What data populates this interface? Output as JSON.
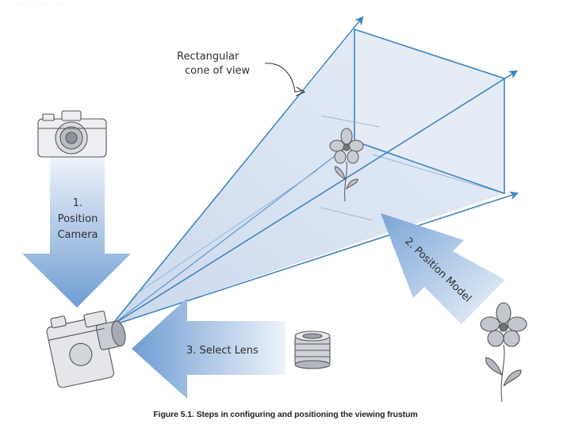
{
  "header": {
    "fragment": "·  ·   ·  ·  ·  ·   ·  ·  ·   ·  ·"
  },
  "labels": {
    "cone_line1": "Rectangular",
    "cone_line2": "cone of view",
    "step1_line1": "1.",
    "step1_line2": "Position",
    "step1_line3": "Camera",
    "step2": "2. Position Model",
    "step3": "3. Select Lens"
  },
  "caption": "Figure 5.1. Steps in configuring and positioning the viewing frustum",
  "colors": {
    "frustum_fill": "#dde6f3",
    "frustum_edge": "#3f84c1",
    "arrow_dark": "#6f9dd2",
    "arrow_light": "#eef3fa",
    "sketch": "#555555"
  },
  "icons": [
    "camera-icon",
    "lens-icon",
    "flower-icon",
    "sketch-camera-icon"
  ]
}
